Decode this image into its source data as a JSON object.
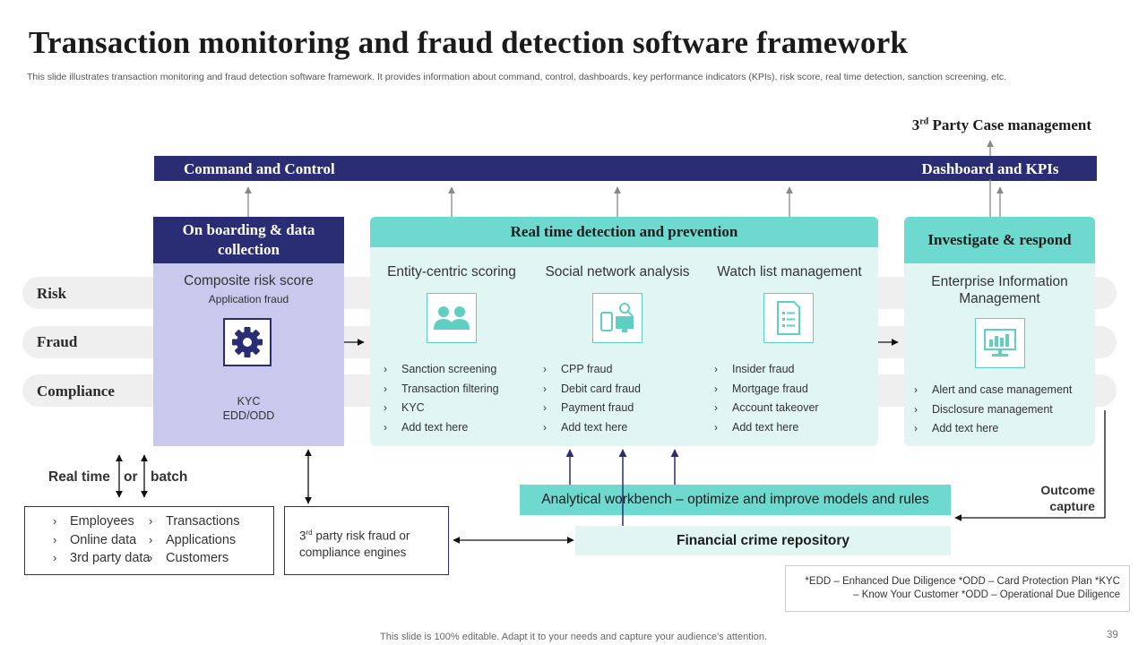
{
  "title": "Transaction monitoring and fraud detection software framework",
  "subtitle": "This slide illustrates transaction monitoring and fraud detection software framework. It provides information about command, control, dashboards, key performance indicators (KPIs), risk score, real time detection, sanction screening, etc.",
  "third_party": {
    "prefix": "3",
    "sup": "rd",
    "text": " Party Case management"
  },
  "top_bar": {
    "left": "Command and Control",
    "right": "Dashboard and KPIs"
  },
  "rows": [
    "Risk",
    "Fraud",
    "Compliance"
  ],
  "onboarding": {
    "header": "On boarding & data collection",
    "line1": "Composite risk score",
    "line2": "Application fraud",
    "icon": "gear-icon",
    "kyc": "KYC",
    "edd": "EDD/ODD"
  },
  "realtime": {
    "header": "Real time detection and prevention",
    "columns": [
      {
        "title": "Entity-centric  scoring",
        "icon": "users-icon",
        "items": [
          "Sanction screening",
          "Transaction filtering",
          "KYC",
          "Add text here"
        ]
      },
      {
        "title": "Social network analysis",
        "icon": "devices-icon",
        "items": [
          "CPP fraud",
          "Debit card fraud",
          "Payment fraud",
          "Add text here"
        ]
      },
      {
        "title": "Watch list management",
        "icon": "checklist-icon",
        "items": [
          "Insider fraud",
          "Mortgage  fraud",
          "Account takeover",
          "Add text here"
        ]
      }
    ]
  },
  "investigate": {
    "header": "Investigate & respond",
    "title": "Enterprise Information Management",
    "icon": "monitor-chart-icon",
    "items": [
      "Alert and case management",
      "Disclosure management",
      "Add text here"
    ]
  },
  "analytical_workbench": "Analytical workbench – optimize and improve models and rules",
  "financial_repository": "Financial crime repository",
  "outcome_capture": "Outcome capture",
  "realtime_batch": {
    "real_time": "Real time",
    "or": "or",
    "batch": "batch"
  },
  "sources": {
    "left": [
      "Employees",
      "Online data",
      "3rd party data"
    ],
    "right": [
      "Transactions",
      "Applications",
      "Customers"
    ]
  },
  "engines": {
    "prefix": "3",
    "sup": "rd",
    "text": " party risk fraud or compliance engines"
  },
  "legend": {
    "line1": "*EDD – Enhanced Due Diligence *ODD – Card Protection Plan *KYC",
    "line2": "– Know Your Customer *ODD – Operational Due Diligence"
  },
  "footer": "This slide is 100% editable. Adapt it to your needs and capture your audience's attention.",
  "page_number": "39",
  "colors": {
    "navy": "#2a2d74",
    "teal": "#6ed9cf",
    "light_teal": "#e1f6f3",
    "lavender": "#c8c9ec"
  }
}
